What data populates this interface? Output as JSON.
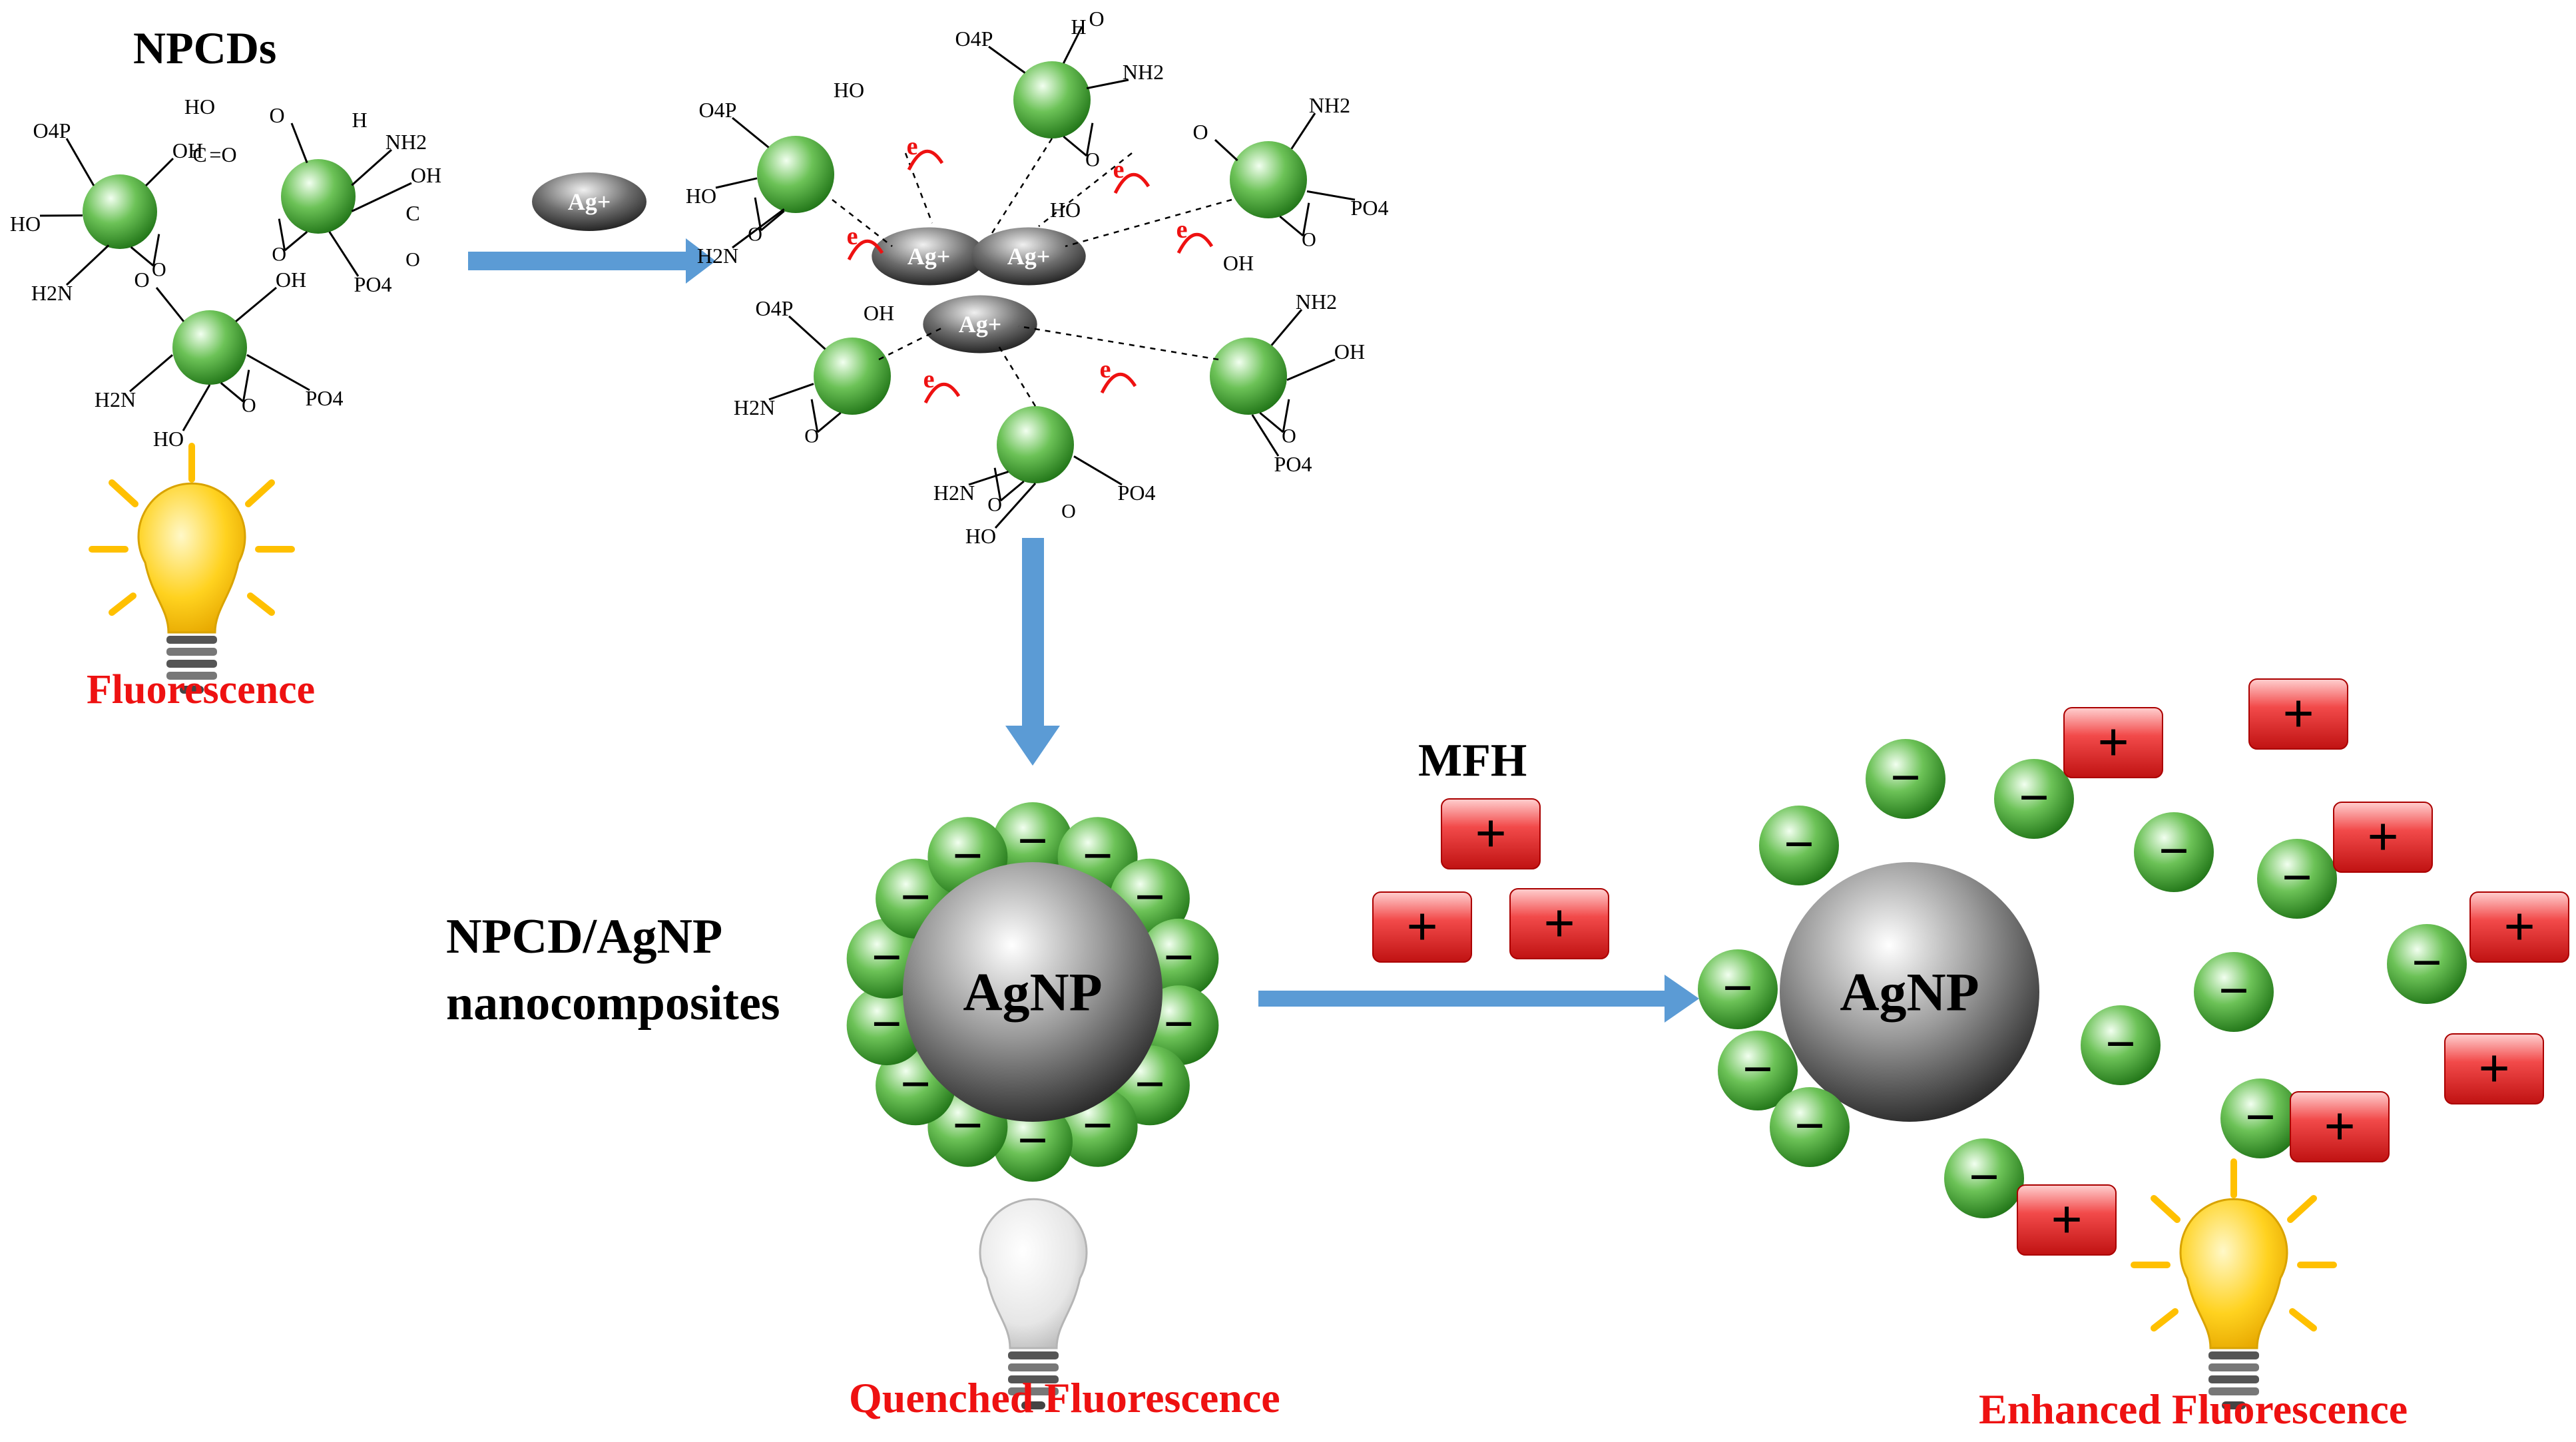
{
  "labels": {
    "npcds": "NPCDs",
    "fluorescence": "Fluorescence",
    "nanocomposite_line1": "NPCD/AgNP",
    "nanocomposite_line2": "nanocomposites",
    "mfh": "MFH",
    "quenched": "Quenched Fluorescence",
    "enhanced": "Enhanced Fluorescence",
    "agnp": "AgNP",
    "ag_ion": "Ag+",
    "electron": "e",
    "minus": "−",
    "plus": "+"
  },
  "groups": {
    "o4p": "O4P",
    "po4": "PO4",
    "ho": "HO",
    "oh": "OH",
    "nh2": "NH2",
    "h2n": "H2N",
    "o": "O",
    "h": "H",
    "c": "C",
    "charge": "⊖"
  },
  "colors": {
    "red_label": "#ee1111",
    "arrow_blue": "#5b9bd5",
    "green_ball": "#3aa02a",
    "plus_box": "#e82b2b",
    "bulb_yellow": "#ffd21f",
    "bulb_off": "#e6e6e6"
  },
  "icons": [
    "lightbulb-on-icon",
    "lightbulb-off-icon",
    "arrow-right-icon",
    "arrow-down-icon"
  ]
}
